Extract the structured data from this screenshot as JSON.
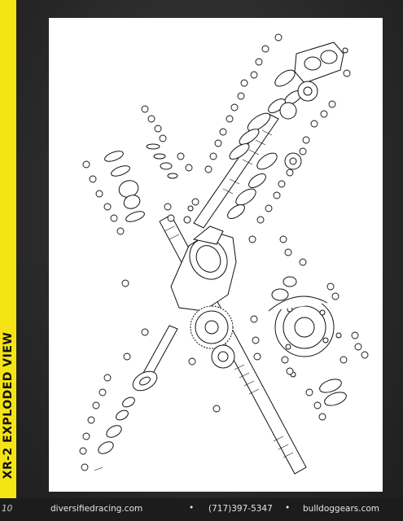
{
  "side_title": "XR-2 EXPLODED VIEW",
  "footer": {
    "page_number": "10",
    "website_1": "diversifiedracing.com",
    "phone": "(717)397-5347",
    "website_2": "bulldoggears.com",
    "bullet": "•"
  },
  "colors": {
    "accent_bar": "#f5e414",
    "background": "#2b2b2b",
    "panel": "#ffffff",
    "footer_text": "#e6e6e6"
  }
}
